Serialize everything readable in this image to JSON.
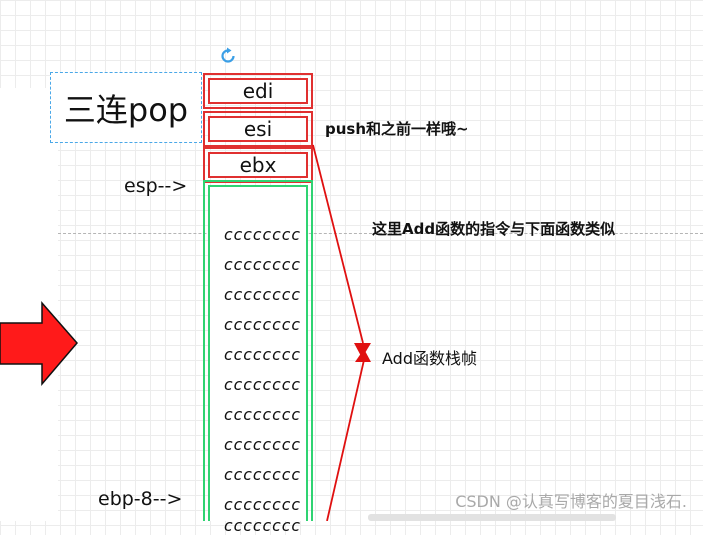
{
  "pop_label": "三连pop",
  "registers": [
    "edi",
    "esi",
    "ebx"
  ],
  "pointer_labels": {
    "esp": "esp-->",
    "ebp_minus_8": "ebp-8-->"
  },
  "stack_cells": [
    "cccccccc",
    "cccccccc",
    "cccccccc",
    "cccccccc",
    "cccccccc",
    "cccccccc",
    "cccccccc",
    "cccccccc",
    "cccccccc",
    "cccccccc",
    "cccccccc"
  ],
  "notes": {
    "push_note": "push和之前一样哦~",
    "instruction_note": "这里Add函数的指令与下面函数类似",
    "frame_label": "Add函数栈帧"
  },
  "watermark": "CSDN @认真写博客的夏目浅石.",
  "colors": {
    "register_border": "#e03030",
    "stack_border": "#2fd372",
    "arrow": "#e01010",
    "big_arrow": "#ff1a1a",
    "dashed_box": "#4aa8e8"
  },
  "icons": [
    "rotate-icon"
  ]
}
